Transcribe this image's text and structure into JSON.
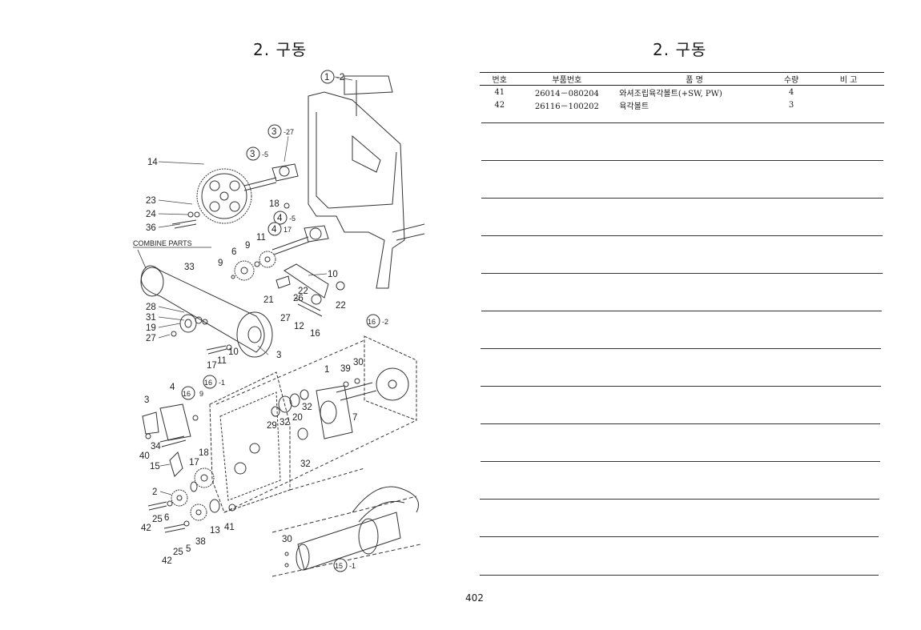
{
  "left_page": {
    "title": "2. 구동",
    "combine_parts_label": "COMBINE PARTS",
    "callouts": [
      {
        "ref": "1",
        "suffix": "-2"
      },
      {
        "ref": "3",
        "suffix": "-27"
      },
      {
        "ref": "3",
        "suffix": "-5"
      },
      {
        "ref": "4",
        "suffix": "-5"
      },
      {
        "ref": "4",
        "suffix": "17"
      },
      {
        "ref": "16",
        "suffix": "-2"
      },
      {
        "ref": "16",
        "suffix": "-1"
      },
      {
        "ref": "16",
        "suffix": "9"
      },
      {
        "ref": "15",
        "suffix": "-1"
      }
    ],
    "part_numbers": [
      "14",
      "23",
      "24",
      "36",
      "18",
      "11",
      "9",
      "6",
      "9",
      "33",
      "10",
      "22",
      "26",
      "21",
      "22",
      "28",
      "31",
      "19",
      "27",
      "27",
      "12",
      "16",
      "3",
      "17",
      "11",
      "10",
      "1",
      "39",
      "30",
      "4",
      "3",
      "34",
      "40",
      "15",
      "2",
      "25",
      "6",
      "42",
      "25",
      "5",
      "38",
      "13",
      "41",
      "17",
      "18",
      "29",
      "32",
      "20",
      "32",
      "32",
      "7",
      "30",
      "42"
    ]
  },
  "right_page": {
    "title": "2. 구동",
    "table": {
      "headers": {
        "no": "번호",
        "part_no": "부품번호",
        "name": "품   명",
        "qty": "수량",
        "remarks": "비   고"
      },
      "rows": [
        {
          "no": "41",
          "part_no": "26014－080204",
          "name": "와셔조립육각볼트(+SW, PW)",
          "qty": "4",
          "remarks": ""
        },
        {
          "no": "42",
          "part_no": "26116－100202",
          "name": "육각볼트",
          "qty": "3",
          "remarks": ""
        }
      ]
    }
  },
  "page_number": "402"
}
